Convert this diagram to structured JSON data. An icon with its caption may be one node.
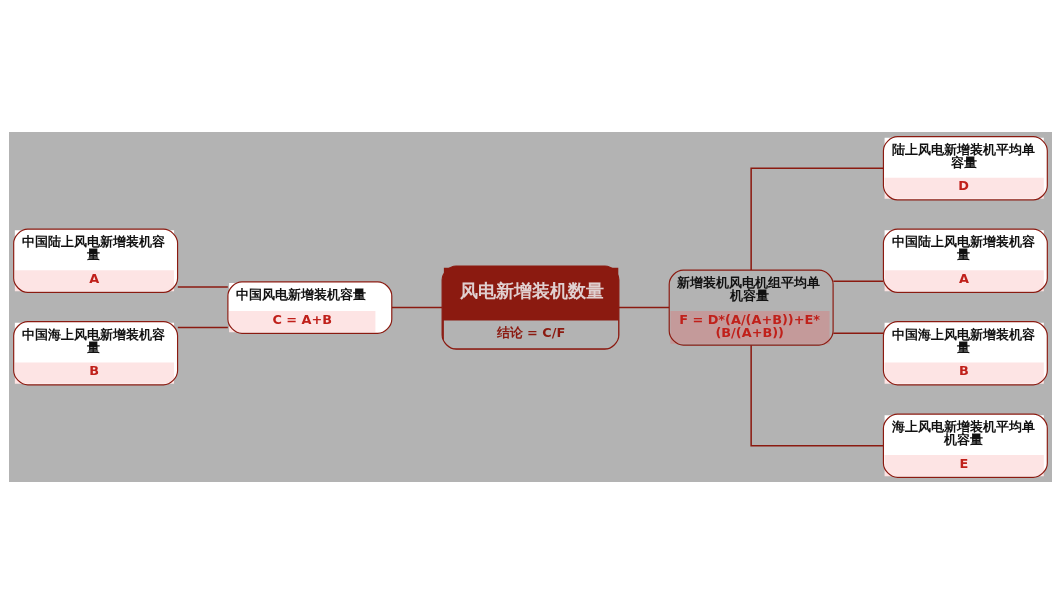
{
  "diagram": {
    "nodes": [
      {
        "text": [
          "中国陆上风电新增装机容量",
          "A"
        ]
      },
      {
        "text": [
          "中国海上风电新增装机容量",
          "B"
        ]
      },
      {
        "text": [
          "中国风电新增装机容量",
          "C = A+B"
        ]
      },
      {
        "text": [
          "风电新增装机数量",
          "结论 = C/F"
        ]
      },
      {
        "text": [
          "新增装机风电机组平均单机容量",
          "F = D*(A/(A+B))+E*(B/(A+B))"
        ]
      },
      {
        "text": [
          "陆上风电新增装机平均单容量",
          "D"
        ]
      },
      {
        "text": [
          "中国陆上风电新增装机容量",
          "A"
        ]
      },
      {
        "text": [
          "中国海上风电新增装机容量",
          "B"
        ]
      },
      {
        "text": [
          "海上风电新增装机平均单机容量",
          "E"
        ]
      }
    ],
    "edges": [
      {
        "from": 0,
        "to": 2,
        "arrow": "none"
      },
      {
        "from": 1,
        "to": 2,
        "arrow": "none"
      },
      {
        "from": 2,
        "to": 3,
        "arrow": "none"
      },
      {
        "from": 3,
        "to": 4,
        "arrow": "none"
      },
      {
        "from": 4,
        "to": 5,
        "arrow": "none"
      },
      {
        "from": 4,
        "to": 6,
        "arrow": "none"
      },
      {
        "from": 4,
        "to": 7,
        "arrow": "none"
      },
      {
        "from": 4,
        "to": 8,
        "arrow": "none"
      }
    ]
  }
}
